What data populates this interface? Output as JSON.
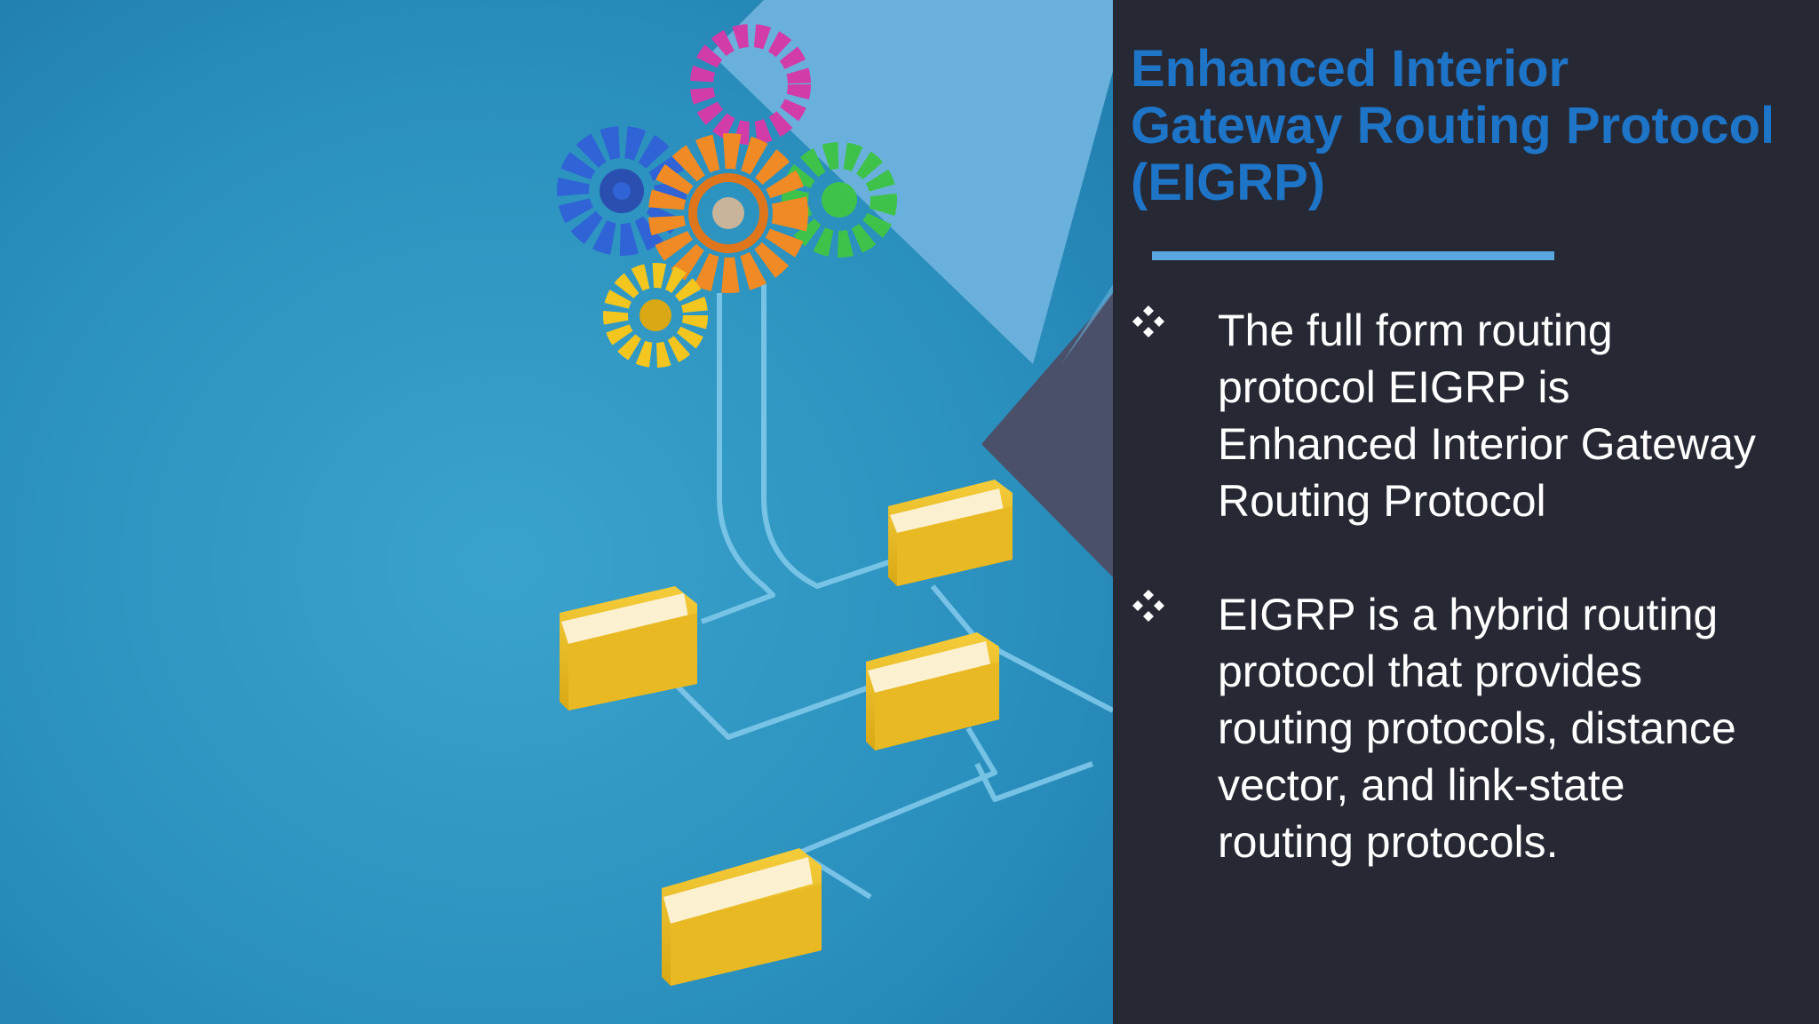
{
  "slide": {
    "title_lines": [
      "Enhanced Interior",
      "Gateway Routing Protocol",
      "(EIGRP)"
    ],
    "bullets": [
      {
        "icon": "four-diamond-bullet-icon",
        "lines": [
          "The full form routing",
          "protocol EIGRP is",
          "Enhanced Interior Gateway",
          "Routing Protocol"
        ]
      },
      {
        "icon": "four-diamond-bullet-icon",
        "lines": [
          "EIGRP is a hybrid routing",
          "protocol that provides",
          "routing protocols, distance",
          "vector, and link-state",
          "routing protocols."
        ]
      }
    ]
  },
  "illustration": {
    "subject": "gears connected to folders network",
    "colors": {
      "background": "#2a8fbd",
      "light_triangle": "#6ab0dc",
      "dark_triangle": "#4a5069",
      "folder": "#e8b923",
      "line": "#7fc8ea",
      "gear_blue": "#2f63d6",
      "gear_orange": "#f08a24",
      "gear_green": "#3fc24a",
      "gear_yellow": "#f2c61f",
      "gear_magenta": "#d23ca8"
    }
  },
  "theme": {
    "title_color": "#1e74c7",
    "text_color": "#ffffff",
    "panel_color": "#262833",
    "divider_color": "#5aa6df"
  }
}
